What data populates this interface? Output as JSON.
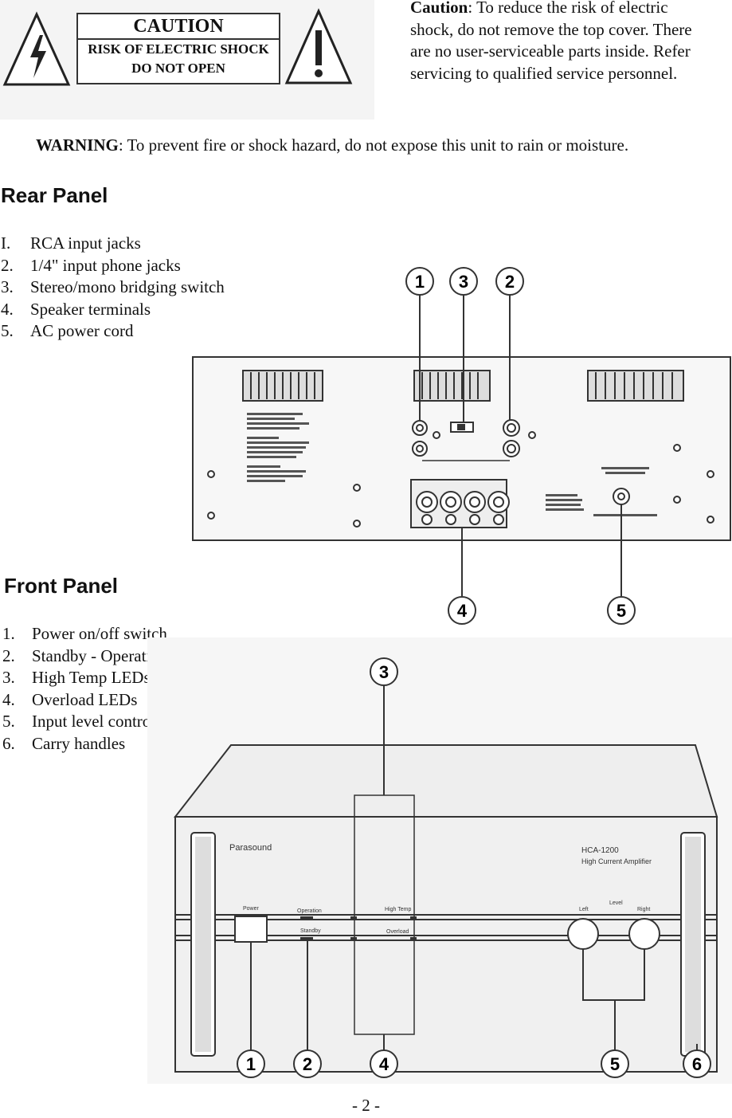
{
  "caution_graphic": {
    "line1": "CAUTION",
    "line2": "RISK OF ELECTRIC SHOCK",
    "line3": "DO NOT OPEN"
  },
  "caution_note": {
    "label": "Caution",
    "text": ": To reduce the risk of electric shock, do not remove the top cover. There are no user-serviceable parts inside. Refer servicing to qualified service personnel."
  },
  "warning": {
    "label": "WARNING",
    "text": ": To prevent fire or shock hazard, do not expose this unit to rain or moisture."
  },
  "rear_panel": {
    "heading": "Rear Panel",
    "items": [
      {
        "num": "I.",
        "text": "RCA input jacks"
      },
      {
        "num": "2.",
        "text": "1/4\" input phone jacks"
      },
      {
        "num": "3.",
        "text": "Stereo/mono bridging switch"
      },
      {
        "num": "4.",
        "text": "Speaker terminals"
      },
      {
        "num": "5.",
        "text": "AC power cord"
      }
    ],
    "callouts": [
      "1",
      "3",
      "2",
      "4",
      "5"
    ]
  },
  "front_panel": {
    "heading": "Front Panel",
    "items": [
      {
        "num": "1.",
        "text": "Power on/off switch"
      },
      {
        "num": "2.",
        "text": "Standby - Operation LEDs"
      },
      {
        "num": "3.",
        "text": "High Temp LEDs"
      },
      {
        "num": "4.",
        "text": "Overload LEDs"
      },
      {
        "num": "5.",
        "text": "Input level controls"
      },
      {
        "num": "6.",
        "text": "Carry handles"
      }
    ],
    "callouts": [
      "3",
      "1",
      "2",
      "4",
      "5",
      "6"
    ],
    "panel_labels": {
      "brand": "Parasound",
      "model": "HCA-1200",
      "subtitle": "High Current Amplifier",
      "power": "Power",
      "operation": "Operation",
      "standby": "Standby",
      "high_temp": "High Temp",
      "overload": "Overload",
      "level": "Level",
      "left": "Left",
      "right": "Right"
    }
  },
  "page_number": "- 2 -"
}
